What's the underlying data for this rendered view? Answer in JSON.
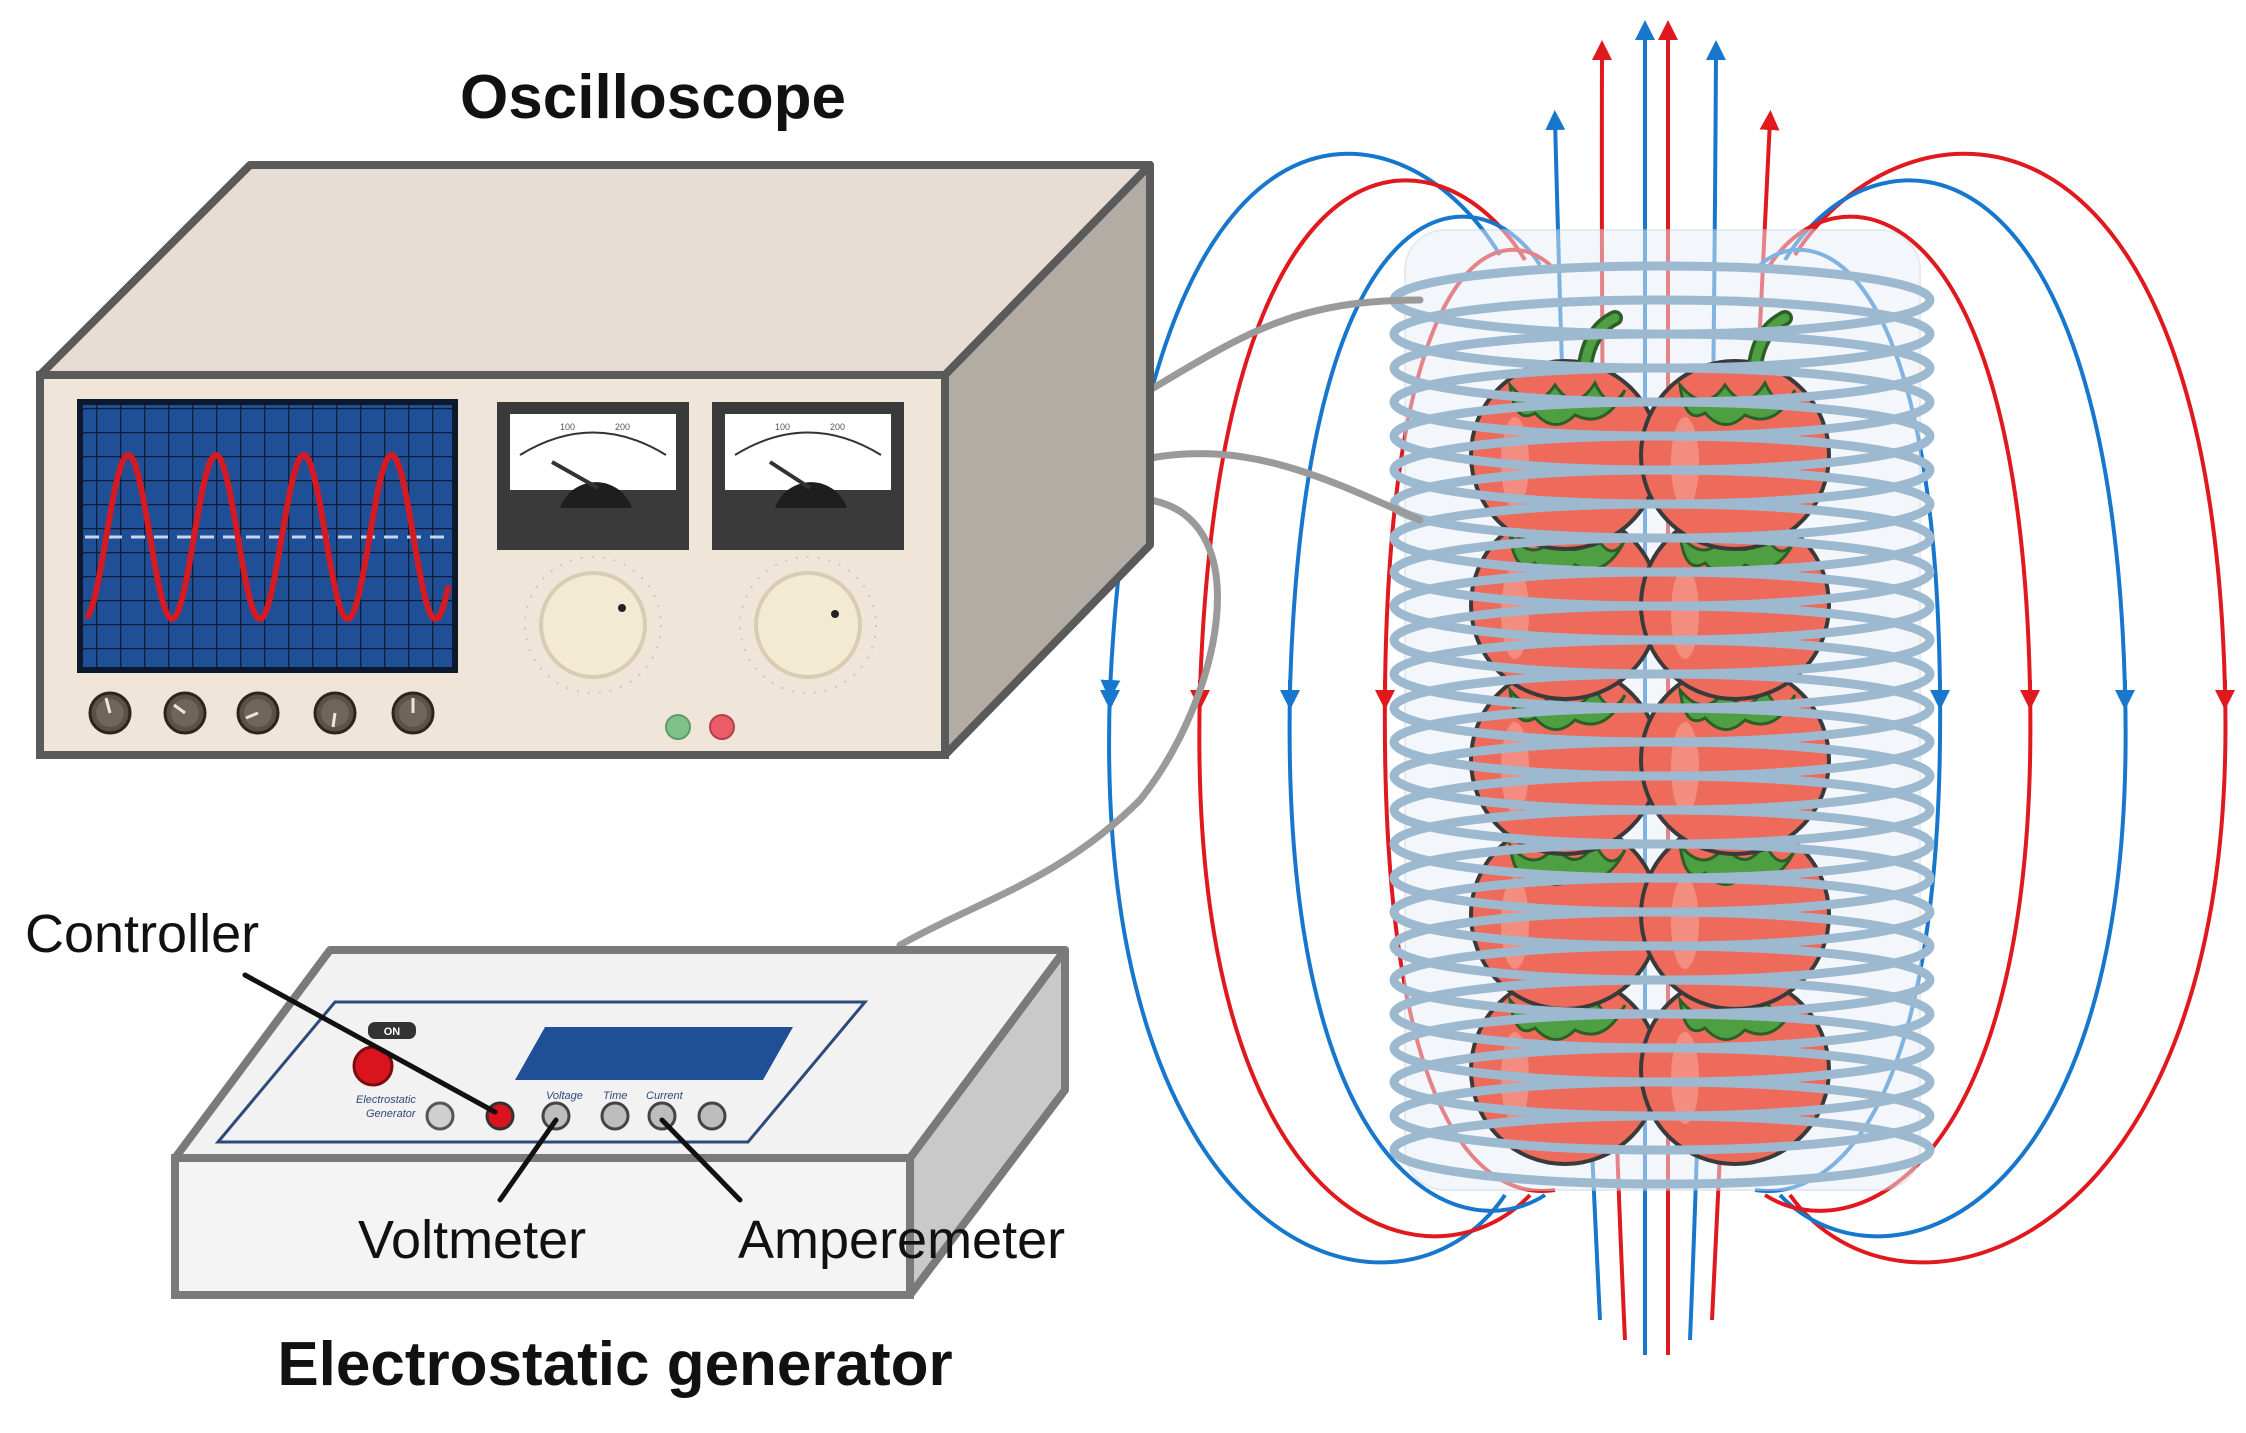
{
  "labels": {
    "oscilloscope": "Oscilloscope",
    "controller": "Controller",
    "voltmeter": "Voltmeter",
    "amperemeter": "Amperemeter",
    "electrostatic_generator": "Electrostatic generator"
  },
  "generator_panel": {
    "on_switch": "ON",
    "brand_line1": "Electrostatic",
    "brand_line2": "Generator",
    "knob_voltage": "Voltage",
    "knob_time": "Time",
    "knob_current": "Current"
  },
  "colors": {
    "field_red": "#e0191e",
    "field_blue": "#1777cc",
    "coil": "#9db9cf",
    "tomato": "#ee6b5c",
    "scope_screen": "#1f4f97",
    "waveform": "#d61a22",
    "case": "#eae2d6",
    "lcd": "#1f4f97"
  },
  "icons": [
    "oscilloscope-device",
    "analog-meter-icon",
    "dial-knob-icon",
    "tomato-icon",
    "coil-icon",
    "field-line-arrow-icon"
  ]
}
